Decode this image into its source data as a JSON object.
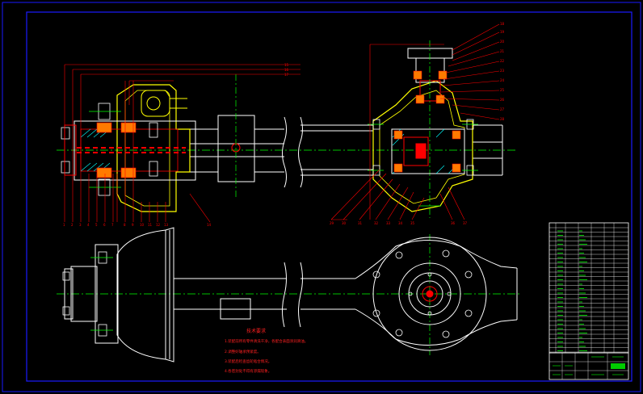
{
  "title_block": {
    "drawing_name": "",
    "notes_title": "技术要求",
    "notes": [
      "1.装配前所有零件清洗干净，各配合表面涂润滑油。",
      "2.调整好轴承预紧度。",
      "3.装配后检查齿轮啮合情况。",
      "4.各密封处不得有渗漏现象。"
    ]
  },
  "colors": {
    "background": "#000000",
    "outline": "#ffffff",
    "frame": "#0000ff",
    "part_yellow": "#ffff00",
    "centerline": "#00ff00",
    "section": "#ff0000",
    "leader": "#ff0000",
    "dimension": "#ff3333",
    "hatch": "#00ffff",
    "table_text": "#00ff00",
    "stamp_text": "#00ff00"
  },
  "icons": [
    "drive-axle-assembly-drawing",
    "bolt-symbol",
    "bearing-section"
  ]
}
